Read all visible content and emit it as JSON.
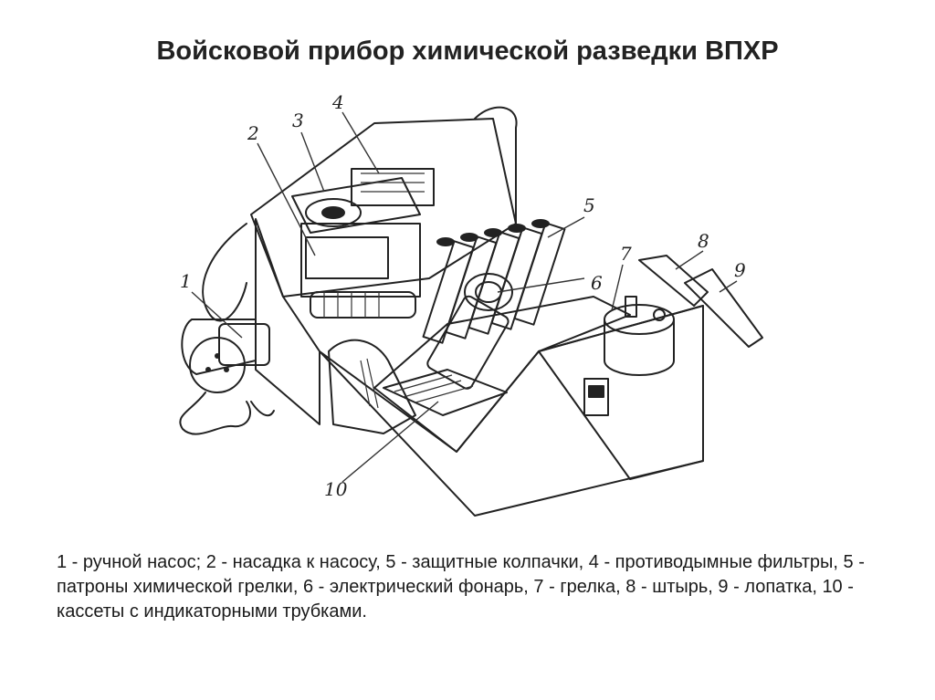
{
  "slide": {
    "title": "Войсковой прибор химической разведки ВПХР",
    "caption": "1 - ручной насос; 2 - насадка к насосу, 5 - защитные колпачки, 4 - противодымные фильтры, 5 - патроны химической грелки, 6 - электрический фонарь, 7 - грелка, 8 - штырь, 9 - лопатка, 10 - кассеты с индикаторными трубками."
  },
  "callouts": [
    {
      "label": "1"
    },
    {
      "label": "2"
    },
    {
      "label": "3"
    },
    {
      "label": "4"
    },
    {
      "label": "5"
    },
    {
      "label": "6"
    },
    {
      "label": "7"
    },
    {
      "label": "8"
    },
    {
      "label": "9"
    },
    {
      "label": "10"
    }
  ]
}
